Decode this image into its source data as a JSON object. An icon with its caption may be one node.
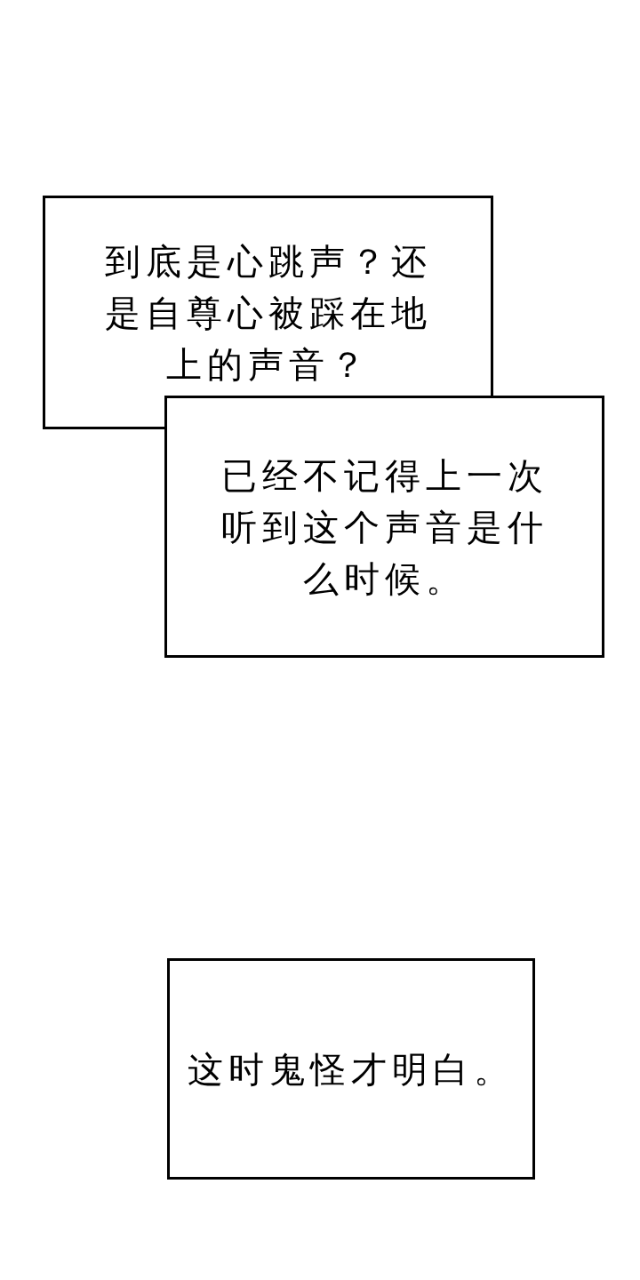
{
  "diagram": {
    "nodes": [
      {
        "text": [
          "到底是心跳声？还是自尊心被踩在地上的声音？"
        ]
      },
      {
        "text": [
          "已经不记得上一次听到这个声音是什么时候。"
        ]
      },
      {
        "text": [
          "这时鬼怪才明白。"
        ]
      }
    ]
  }
}
